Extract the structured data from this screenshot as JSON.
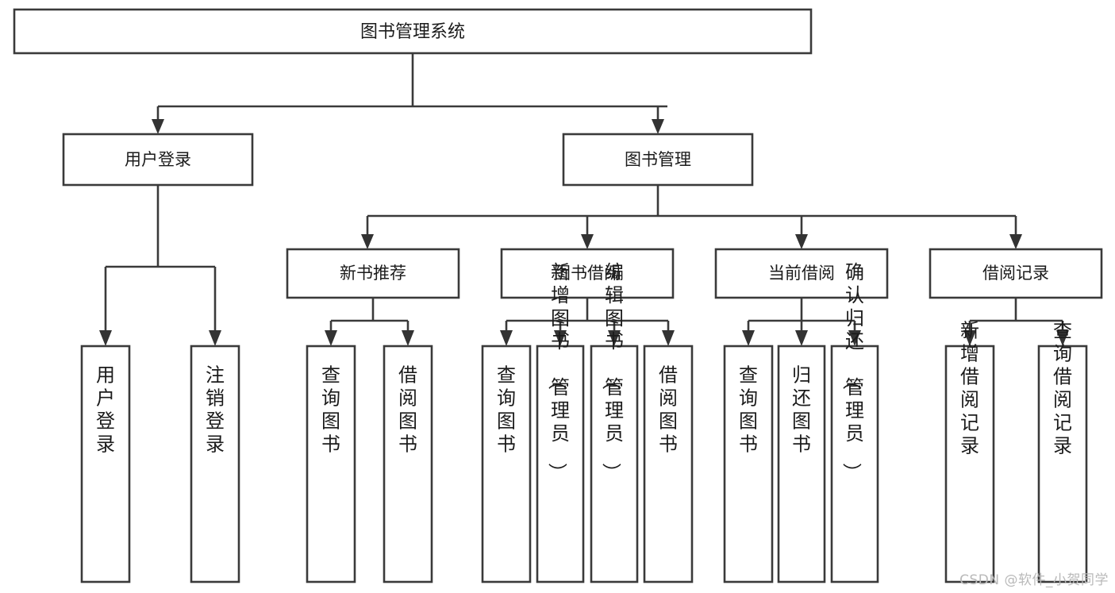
{
  "page": {
    "title": "图书管理系统",
    "background_color": "#ffffff",
    "box_stroke_color": "#3a3a3a",
    "text_color": "#1b1b1b",
    "arrow_color": "#333333"
  },
  "watermark": {
    "text": "CSDN @软件_小贺同学",
    "color": "#b9b9b9"
  },
  "diagram": {
    "type": "tree",
    "orientation": "top-down",
    "root": {
      "label": "图书管理系统"
    },
    "level2": [
      {
        "id": "user-login",
        "label": "用户登录"
      },
      {
        "id": "book-manage",
        "label": "图书管理"
      }
    ],
    "level3": [
      {
        "id": "new-book-recommend",
        "label": "新书推荐",
        "parent": "book-manage"
      },
      {
        "id": "book-borrow",
        "label": "图书借阅",
        "parent": "book-manage"
      },
      {
        "id": "current-borrow",
        "label": "当前借阅",
        "parent": "book-manage"
      },
      {
        "id": "borrow-record",
        "label": "借阅记录",
        "parent": "book-manage"
      }
    ],
    "leaves": {
      "user-login": [
        {
          "id": "leaf-user-login",
          "label": "用户登录"
        },
        {
          "id": "leaf-logout",
          "label": "注销登录"
        }
      ],
      "new-book-recommend": [
        {
          "id": "leaf-query-book-1",
          "label": "查询图书"
        },
        {
          "id": "leaf-borrow-book-1",
          "label": "借阅图书"
        }
      ],
      "book-borrow": [
        {
          "id": "leaf-query-book-2",
          "label": "查询图书"
        },
        {
          "id": "leaf-add-book",
          "label": "新增图书（管理员）"
        },
        {
          "id": "leaf-edit-book",
          "label": "编辑图书（管理员）"
        },
        {
          "id": "leaf-borrow-book-2",
          "label": "借阅图书"
        }
      ],
      "current-borrow": [
        {
          "id": "leaf-query-book-3",
          "label": "查询图书"
        },
        {
          "id": "leaf-return-book",
          "label": "归还图书"
        },
        {
          "id": "leaf-confirm-return",
          "label": "确认归还（管理员）"
        }
      ],
      "borrow-record": [
        {
          "id": "leaf-add-record",
          "label": "新增借阅记录"
        },
        {
          "id": "leaf-query-record",
          "label": "查询借阅记录"
        }
      ]
    }
  }
}
